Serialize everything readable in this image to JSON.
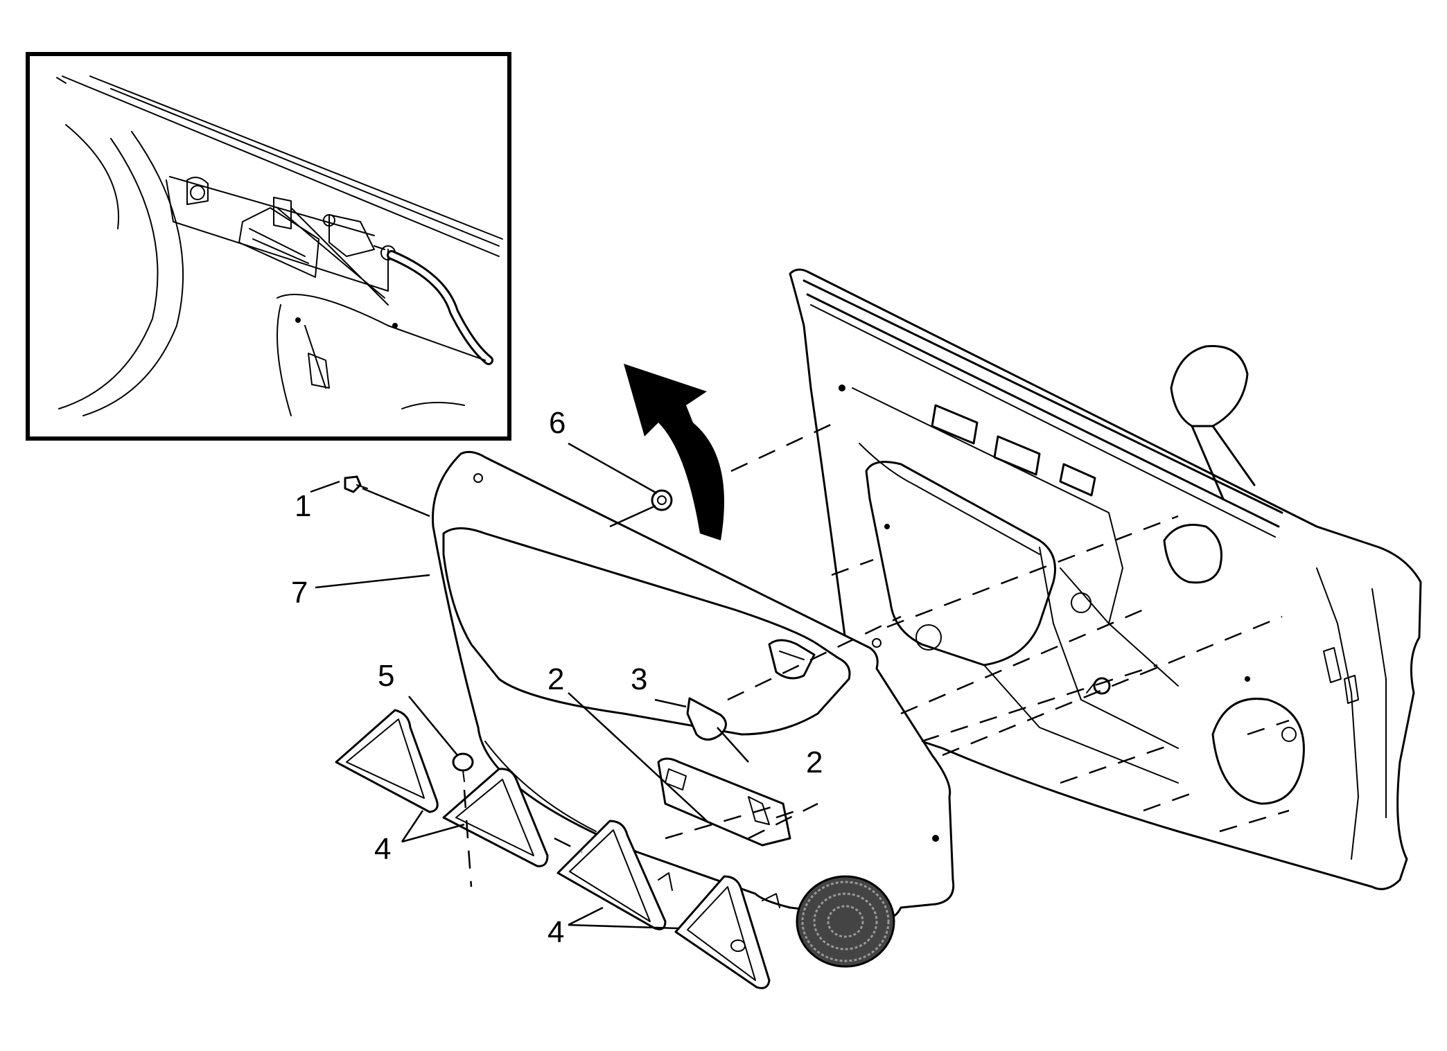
{
  "diagram": {
    "callouts": [
      {
        "id": "c1",
        "label": "1"
      },
      {
        "id": "c2a",
        "label": "2"
      },
      {
        "id": "c2b",
        "label": "2"
      },
      {
        "id": "c3",
        "label": "3"
      },
      {
        "id": "c4a",
        "label": "4"
      },
      {
        "id": "c4b",
        "label": "4"
      },
      {
        "id": "c5",
        "label": "5"
      },
      {
        "id": "c6",
        "label": "6"
      },
      {
        "id": "c7",
        "label": "7"
      }
    ]
  }
}
